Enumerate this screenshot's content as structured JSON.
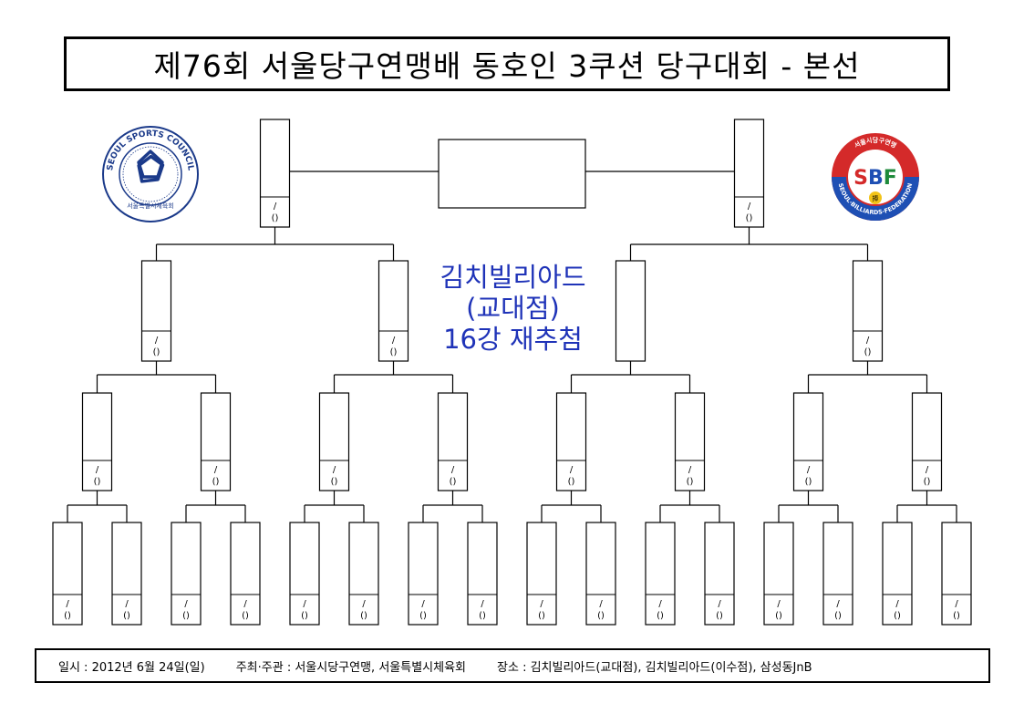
{
  "title": "제76회 서울당구연맹배 동호인 3쿠션 당구대회 - 본선",
  "announcement": [
    "김치빌리아드",
    "(교대점)",
    "16강 재추첨"
  ],
  "slot_label": {
    "top": "/",
    "bottom": "()"
  },
  "logos": {
    "left": {
      "ring_text": "SEOUL SPORTS COUNCIL",
      "bottom_text": "서울특별시체육회",
      "color": "#1b3a8a"
    },
    "right": {
      "ring_text": "SEOUL·BILLIARDS·FEDERATION",
      "top_text": "서울시당구연맹",
      "center_text": "SBF",
      "bottom_text": "捧",
      "colors": {
        "red": "#d42a2a",
        "blue": "#1e4fb4",
        "green": "#1d8a3a",
        "yellow": "#f2c318"
      }
    }
  },
  "footer": {
    "date": "일시 : 2012년 6월 24일(일)",
    "host": "주최·주관 : 서울시당구연맹, 서울특별시체육회",
    "venue": "장소 : 김치빌리아드(교대점), 김치빌리아드(이수점), 삼성동JnB"
  }
}
